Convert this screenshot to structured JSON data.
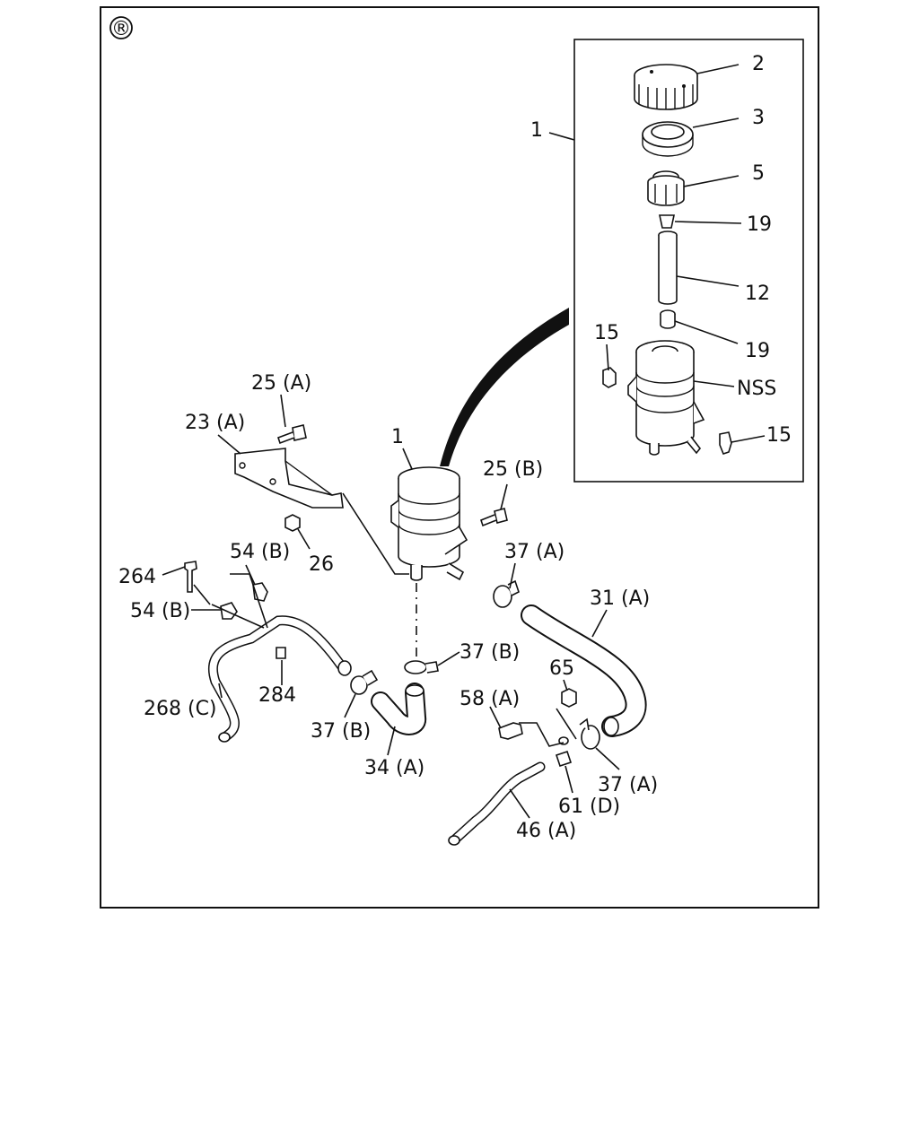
{
  "mark": "®",
  "labels": {
    "l1_inset": "1",
    "l2": "2",
    "l3": "3",
    "l5": "5",
    "l19a": "19",
    "l12": "12",
    "l19b": "19",
    "l15a": "15",
    "lnss": "NSS",
    "l15b": "15",
    "l25a": "25 (A)",
    "l23a": "23 (A)",
    "l1_main": "1",
    "l25b": "25 (B)",
    "l54b_top": "54 (B)",
    "l26": "26",
    "l264": "264",
    "l54b_left": "54 (B)",
    "l37a_top": "37 (A)",
    "l31a": "31 (A)",
    "l37b_mid": "37 (B)",
    "l65": "65",
    "l268c": "268 (C)",
    "l284": "284",
    "l58a": "58 (A)",
    "l37b_low": "37 (B)",
    "l34a": "34 (A)",
    "l37a_low": "37 (A)",
    "l61d": "61 (D)",
    "l46a": "46 (A)"
  }
}
